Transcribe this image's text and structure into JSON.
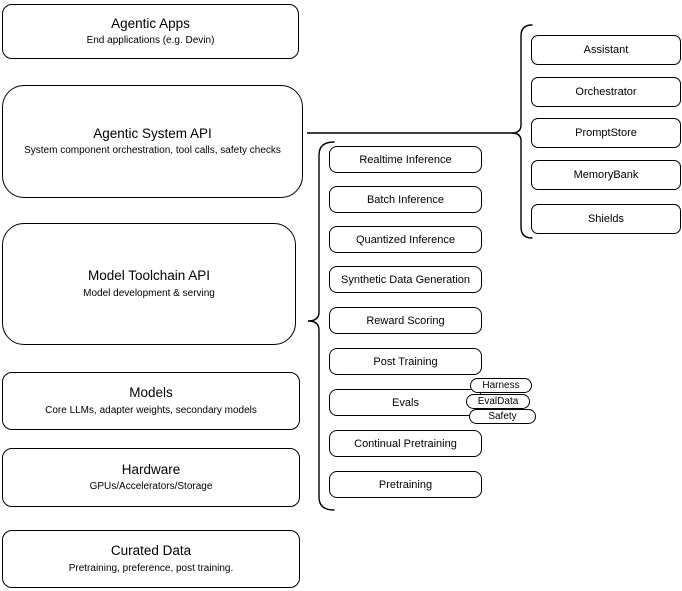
{
  "colors": {
    "stroke": "#000000",
    "background": "#ffffff",
    "text": "#000000"
  },
  "left_stack": [
    {
      "title": "Agentic Apps",
      "subtitle": "End applications (e.g. Devin)"
    },
    {
      "title": "Agentic System API",
      "subtitle": "System component orchestration, tool calls, safety checks"
    },
    {
      "title": "Model Toolchain API",
      "subtitle": "Model development & serving"
    },
    {
      "title": "Models",
      "subtitle": "Core LLMs, adapter weights, secondary models"
    },
    {
      "title": "Hardware",
      "subtitle": "GPUs/Accelerators/Storage"
    },
    {
      "title": "Curated Data",
      "subtitle": "Pretraining, preference, post training."
    }
  ],
  "toolchain_components": [
    "Realtime Inference",
    "Batch Inference",
    "Quantized Inference",
    "Synthetic Data Generation",
    "Reward Scoring",
    "Post Training",
    "Evals",
    "Continual Pretraining",
    "Pretraining"
  ],
  "eval_tags": [
    "Harness",
    "EvalData",
    "Safety"
  ],
  "system_components": [
    "Assistant",
    "Orchestrator",
    "PromptStore",
    "MemoryBank",
    "Shields"
  ]
}
